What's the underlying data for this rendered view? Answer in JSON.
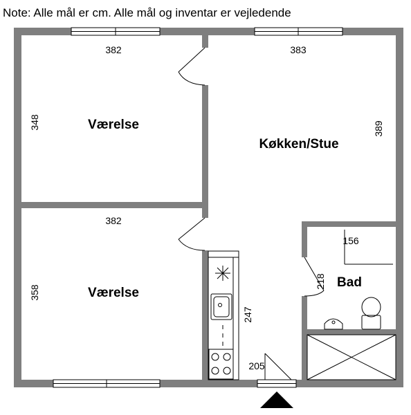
{
  "note": "Note: Alle mål er cm. Alle mål og inventar er vejledende",
  "rooms": {
    "bedroom_top": "Værelse",
    "bedroom_bottom": "Værelse",
    "kitchen_living": "Køkken/Stue",
    "bathroom": "Bad"
  },
  "dimensions": {
    "bedroom_top_width": "382",
    "bedroom_top_height": "348",
    "kitchen_width": "383",
    "kitchen_height": "389",
    "bedroom_bottom_width": "382",
    "bedroom_bottom_height": "358",
    "bathroom_width": "156",
    "bathroom_door": "218",
    "kitchen_counter": "247",
    "entrance": "205"
  },
  "colors": {
    "wall": "#7f7f7f",
    "line": "#000000",
    "background": "#ffffff"
  },
  "icons": [
    "stove-icon",
    "sink-icon",
    "toilet-icon",
    "washbasin-icon",
    "shower-icon",
    "entrance-arrow-icon"
  ]
}
